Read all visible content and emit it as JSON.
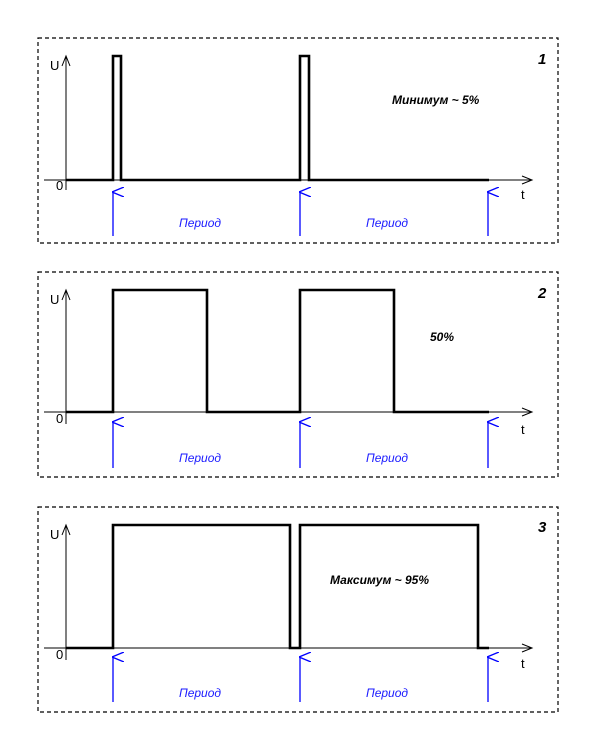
{
  "axis": {
    "y_label": "U",
    "x_label": "t",
    "origin_label": "0"
  },
  "period_label": "Период",
  "colors": {
    "signal": "#000000",
    "arrow": "#0000ff",
    "period_text": "#1a1aff",
    "frame": "#000000"
  },
  "chart_data": [
    {
      "type": "diagram",
      "number": "1",
      "caption": "Минимум ~ 5%",
      "duty_cycle_percent": 5,
      "periods": 2
    },
    {
      "type": "diagram",
      "number": "2",
      "caption": "50%",
      "duty_cycle_percent": 50,
      "periods": 2
    },
    {
      "type": "diagram",
      "number": "3",
      "caption": "Максимум ~ 95%",
      "duty_cycle_percent": 95,
      "periods": 2
    }
  ]
}
